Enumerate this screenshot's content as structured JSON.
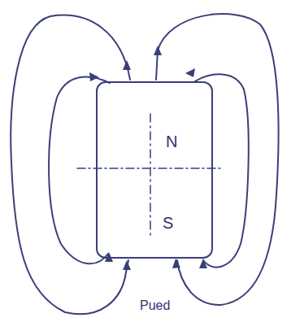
{
  "diagram": {
    "nodes": [
      {
        "text": [
          "N",
          "S"
        ]
      }
    ],
    "labels": [
      "Pued"
    ]
  }
}
